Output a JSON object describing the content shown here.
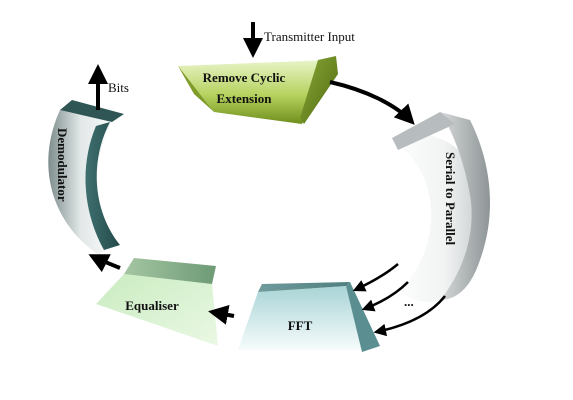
{
  "diagram": {
    "input_label": "Transmitter Input",
    "output_label": "Bits",
    "ellipsis": "...",
    "blocks": {
      "remove_cyclic": [
        "Remove Cyclic",
        "Extension"
      ],
      "serial_to_parallel": "Serial to Parallel",
      "fft": "FFT",
      "equaliser": "Equaliser",
      "demodulator": "Demodulator"
    },
    "colors": {
      "remove_cyclic": "#9cbc3c",
      "serial_to_parallel": "#a9aeb0",
      "fft": "#5f9ea0",
      "equaliser": "#a8d8a0",
      "demodulator": "#2f5f5f",
      "arrow": "#000000"
    }
  }
}
